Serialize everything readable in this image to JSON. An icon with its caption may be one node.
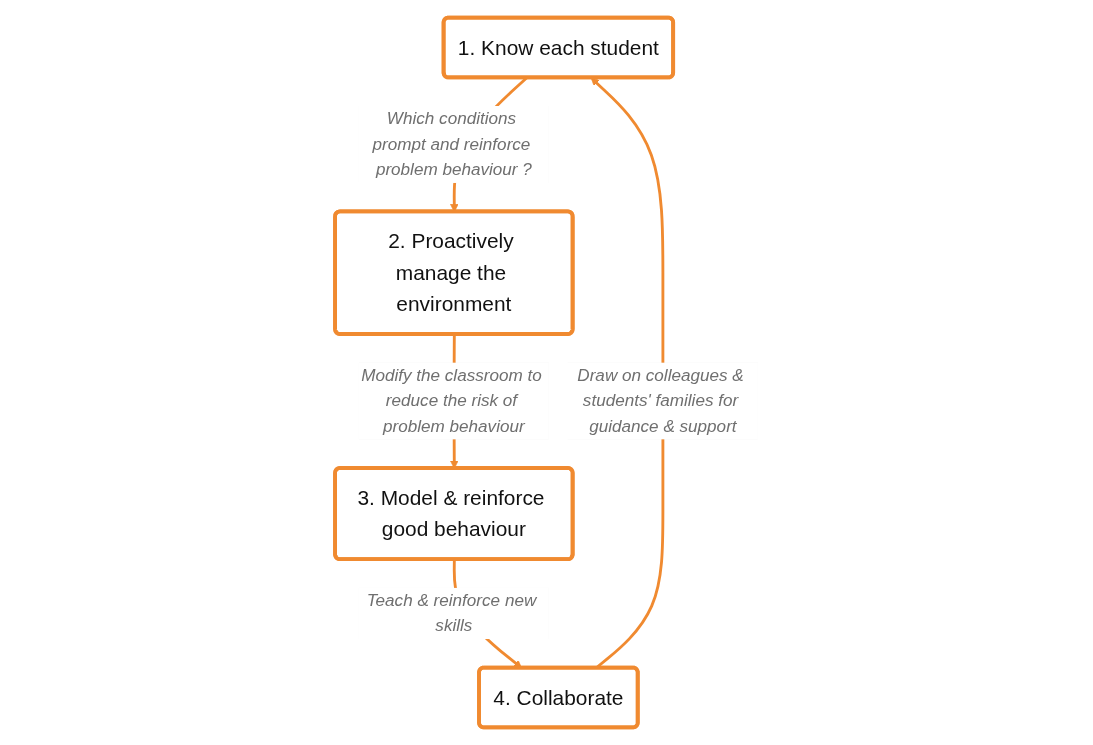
{
  "diagram": {
    "nodes": [
      {
        "text": [
          "1. Know each student"
        ]
      },
      {
        "text": [
          "2. Proactively manage the environment"
        ]
      },
      {
        "text": [
          "3. Model & reinforce good behaviour"
        ]
      },
      {
        "text": [
          "4. Collaborate"
        ]
      }
    ],
    "edges": [
      {
        "from": 0,
        "to": 1,
        "arrow": "to",
        "label": "Which conditions prompt and reinforce problem behaviour ?"
      },
      {
        "from": 1,
        "to": 2,
        "arrow": "to",
        "label": "Modify the classroom to reduce the risk of problem behaviour"
      },
      {
        "from": 2,
        "to": 3,
        "arrow": "to",
        "label": "Teach & reinforce new skills"
      },
      {
        "from": 3,
        "to": 0,
        "arrow": "to",
        "label": "Draw on colleagues & students' families for guidance & support"
      }
    ]
  }
}
